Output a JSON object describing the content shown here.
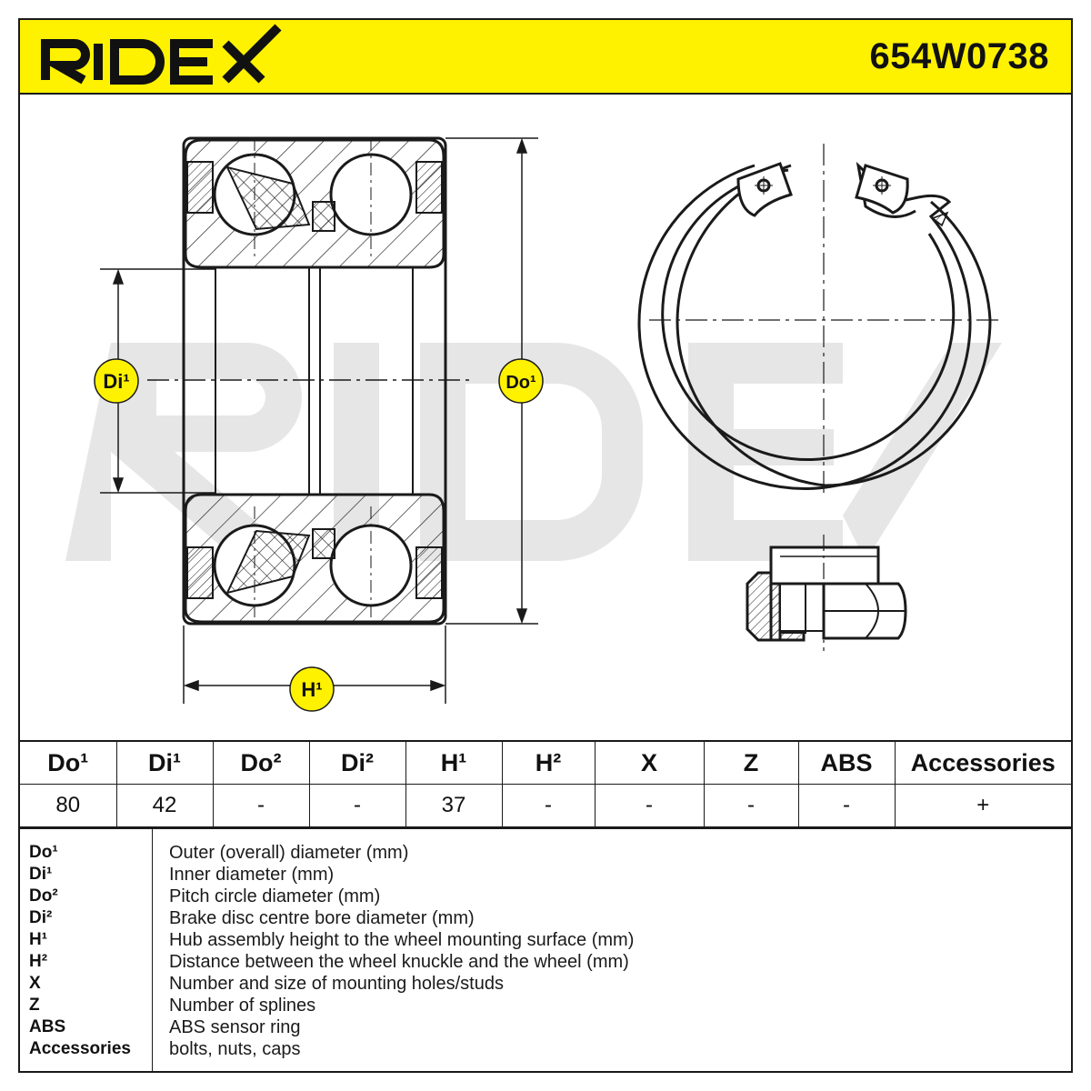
{
  "header": {
    "brand": "RIDEX",
    "part_number": "654W0738"
  },
  "dimension_labels": {
    "di1": "Di¹",
    "do1": "Do¹",
    "h1": "H¹"
  },
  "colors": {
    "brand_yellow": "#fff200",
    "line": "#1a1a1a",
    "watermark": "#e6e6e6"
  },
  "specs_table": {
    "headers": [
      "Do¹",
      "Di¹",
      "Do²",
      "Di²",
      "H¹",
      "H²",
      "X",
      "Z",
      "ABS",
      "Accessories"
    ],
    "values": [
      "80",
      "42",
      "-",
      "-",
      "37",
      "-",
      "-",
      "-",
      "-",
      "+"
    ]
  },
  "legend": [
    {
      "key": "Do¹",
      "description": "Outer (overall) diameter (mm)"
    },
    {
      "key": "Di¹",
      "description": "Inner diameter (mm)"
    },
    {
      "key": "Do²",
      "description": "Pitch circle diameter (mm)"
    },
    {
      "key": "Di²",
      "description": "Brake disc centre bore diameter (mm)"
    },
    {
      "key": "H¹",
      "description": "Hub assembly height to the wheel mounting surface (mm)"
    },
    {
      "key": "H²",
      "description": "Distance between the wheel knuckle and the wheel (mm)"
    },
    {
      "key": "X",
      "description": "Number and size of mounting holes/studs"
    },
    {
      "key": "Z",
      "description": "Number of splines"
    },
    {
      "key": "ABS",
      "description": "ABS sensor ring"
    },
    {
      "key": "Accessories",
      "description": "bolts, nuts, caps"
    }
  ]
}
